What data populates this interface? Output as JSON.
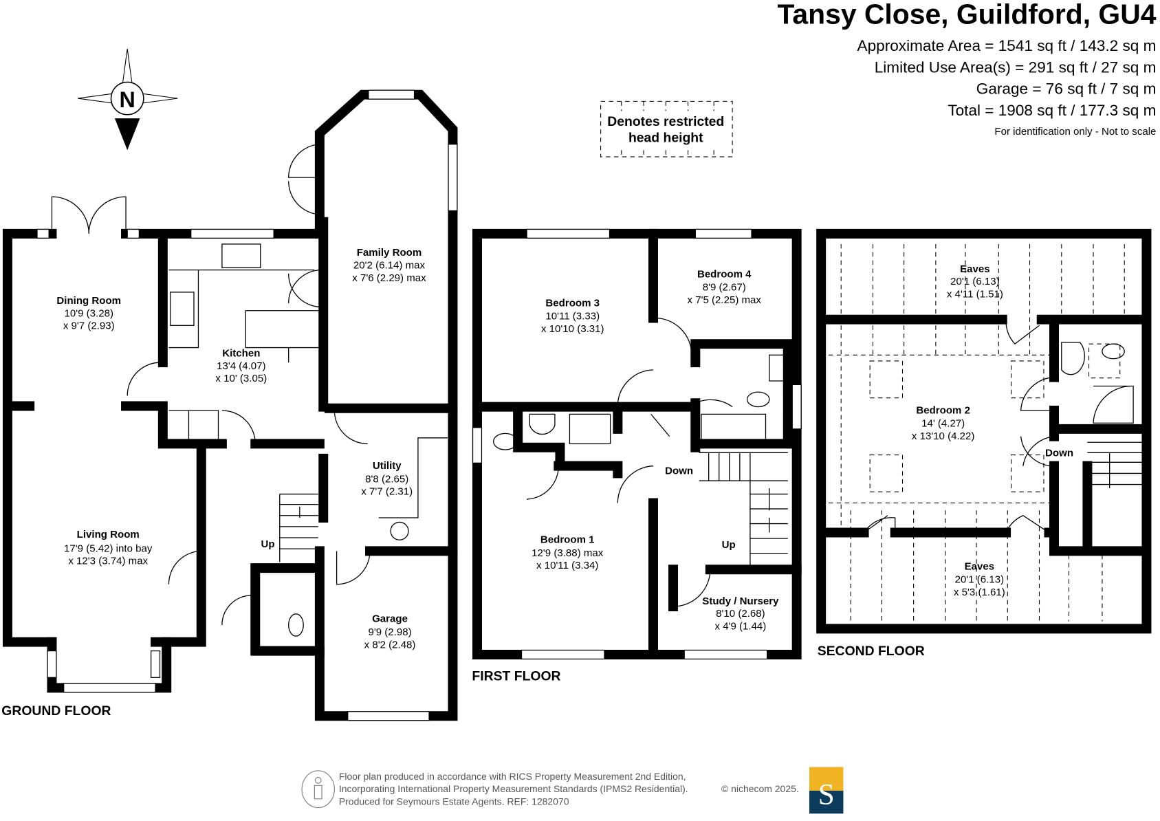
{
  "header": {
    "title": "Tansy Close, Guildford, GU4",
    "areas": [
      "Approximate Area = 1541 sq ft / 143.2 sq m",
      "Limited Use Area(s) = 291 sq ft / 27 sq m",
      "Garage = 76 sq ft / 7 sq m",
      "Total = 1908 sq ft / 177.3 sq m"
    ],
    "note": "For identification only - Not to scale"
  },
  "compass": {
    "letter": "N"
  },
  "legend": {
    "line1": "Denotes restricted",
    "line2": "head height"
  },
  "floors": {
    "ground": "GROUND FLOOR",
    "first": "FIRST FLOOR",
    "second": "SECOND FLOOR"
  },
  "rooms": {
    "dining": {
      "name": "Dining Room",
      "d1": "10'9 (3.28)",
      "d2": "x 9'7 (2.93)"
    },
    "kitchen": {
      "name": "Kitchen",
      "d1": "13'4 (4.07)",
      "d2": "x 10' (3.05)"
    },
    "family": {
      "name": "Family Room",
      "d1": "20'2 (6.14) max",
      "d2": "x 7'6 (2.29) max"
    },
    "living": {
      "name": "Living Room",
      "d1": "17'9 (5.42) into bay",
      "d2": "x 12'3 (3.74) max"
    },
    "utility": {
      "name": "Utility",
      "d1": "8'8 (2.65)",
      "d2": "x 7'7 (2.31)"
    },
    "garage": {
      "name": "Garage",
      "d1": "9'9 (2.98)",
      "d2": "x 8'2 (2.48)"
    },
    "bed3": {
      "name": "Bedroom 3",
      "d1": "10'11 (3.33)",
      "d2": "x 10'10 (3.31)"
    },
    "bed4": {
      "name": "Bedroom 4",
      "d1": "8'9 (2.67)",
      "d2": "x 7'5 (2.25) max"
    },
    "bed1": {
      "name": "Bedroom 1",
      "d1": "12'9 (3.88) max",
      "d2": "x 10'11 (3.34)"
    },
    "study": {
      "name": "Study / Nursery",
      "d1": "8'10 (2.68)",
      "d2": "x 4'9 (1.44)"
    },
    "eaves1": {
      "name": "Eaves",
      "d1": "20'1 (6.13)",
      "d2": "x 4'11 (1.51)"
    },
    "bed2": {
      "name": "Bedroom 2",
      "d1": "14' (4.27)",
      "d2": "x 13'10 (4.22)"
    },
    "eaves2": {
      "name": "Eaves",
      "d1": "20'1 (6.13)",
      "d2": "x 5'3 (1.61)"
    }
  },
  "stairs": {
    "up_ground": "Up",
    "down_first": "Down",
    "up_first": "Up",
    "down_second": "Down"
  },
  "footer": {
    "line1": "Floor plan produced in accordance with RICS Property Measurement 2nd Edition,",
    "line2": "Incorporating International Property Measurement Standards (IPMS2 Residential).",
    "line3": "Produced for Seymours Estate Agents.   REF: 1282070",
    "copyright": "© nichecom 2025.",
    "logo_letter": "S"
  },
  "colors": {
    "logo_top": "#f0b323",
    "logo_bottom": "#0d3b5c"
  }
}
